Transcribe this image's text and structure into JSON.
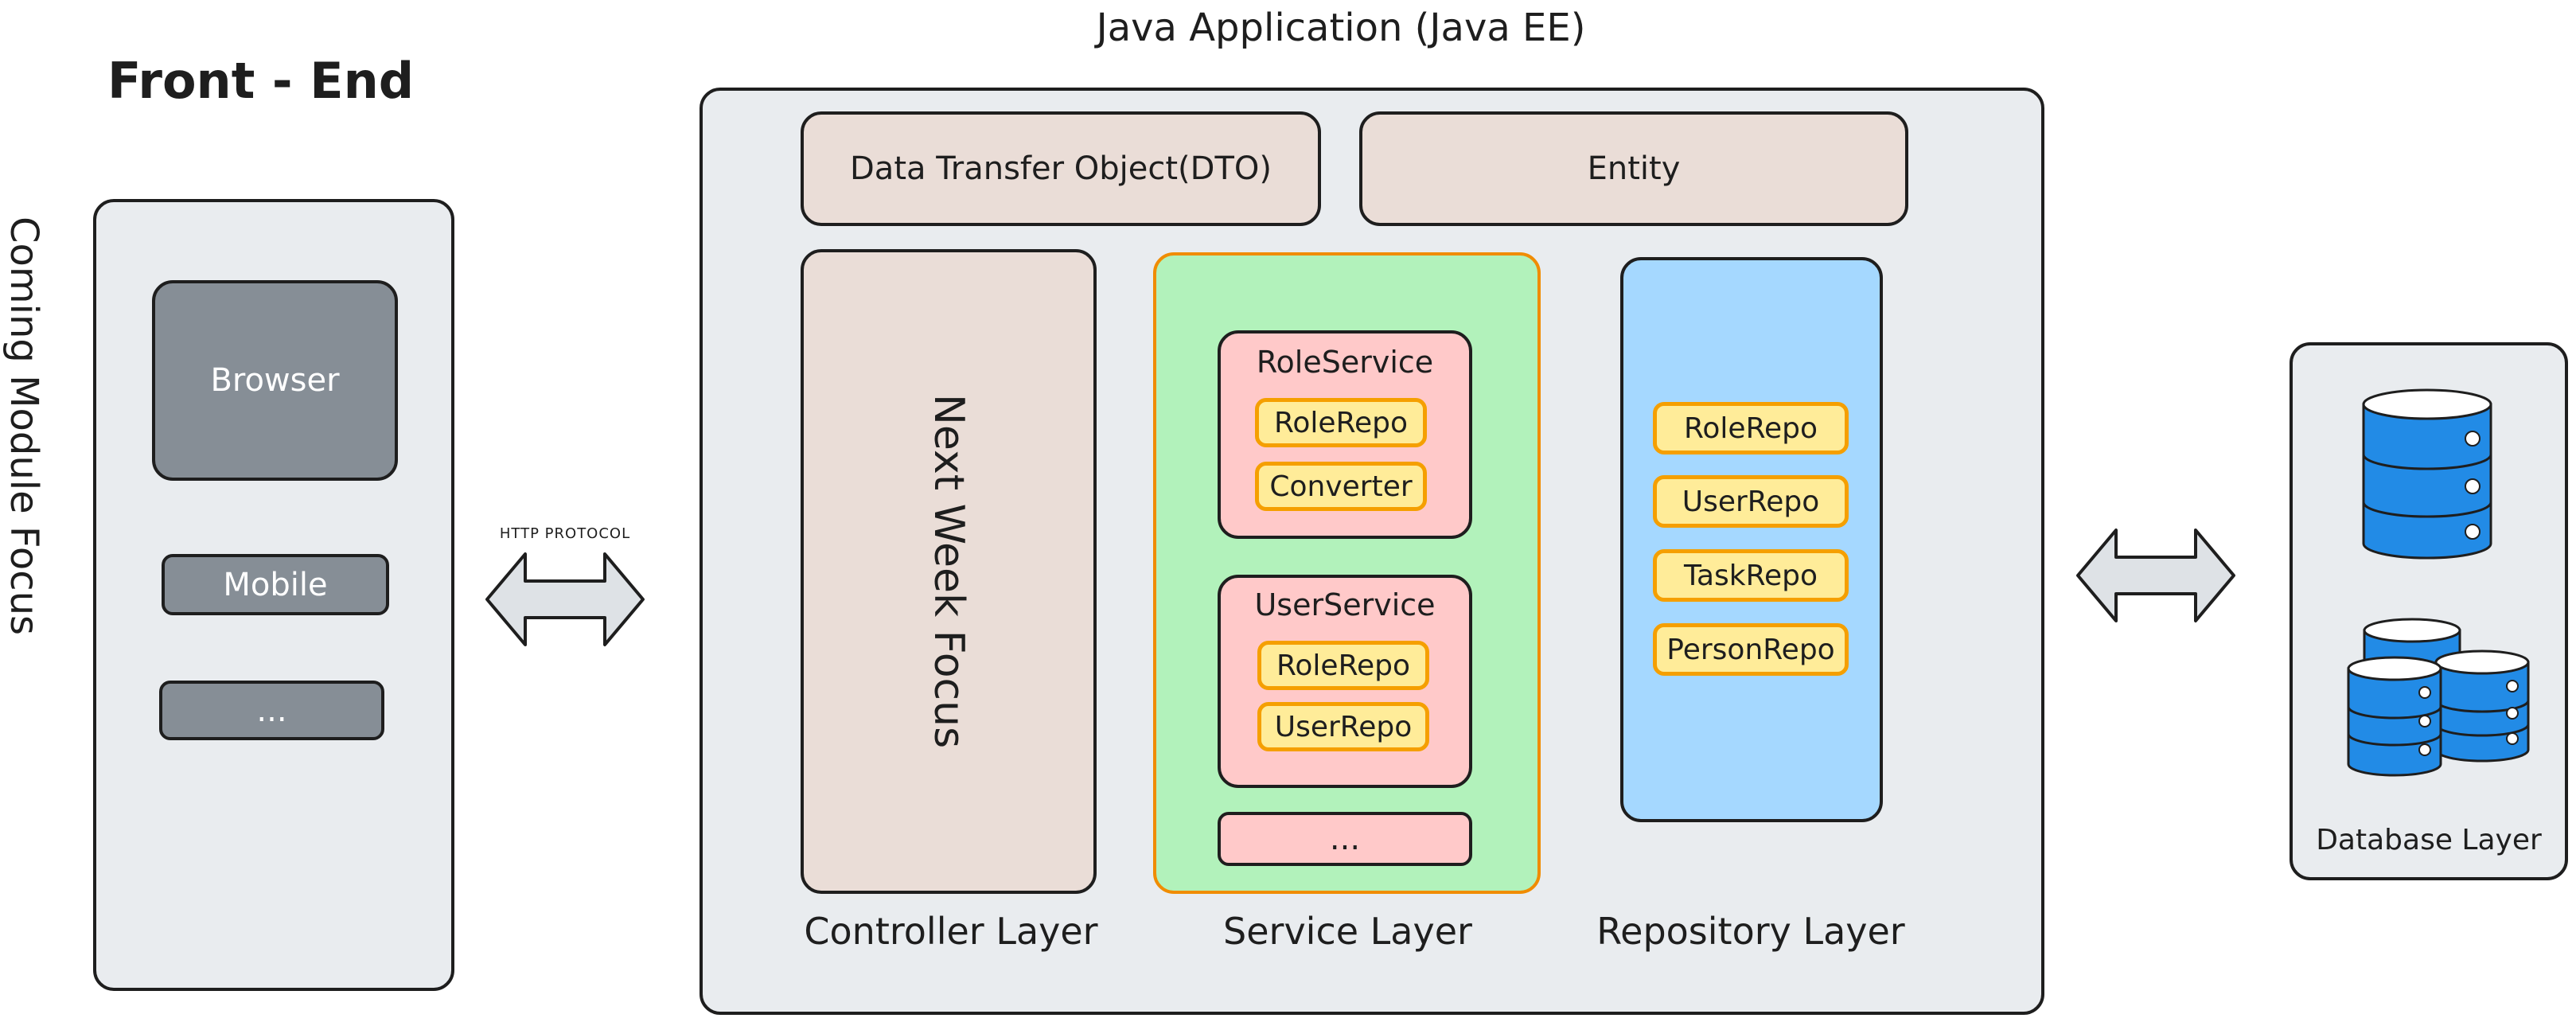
{
  "colors": {
    "panel": "#e9ecef",
    "tan": "#eaddd7",
    "service_green": "#b2f2bb",
    "service_border": "#f08c00",
    "pink": "#ffc9c9",
    "repo_blue": "#a5d8ff",
    "pill_yellow": "#ffec99",
    "pill_border": "#f59f00",
    "device_gray": "#868e96",
    "db_blue": "#228be6"
  },
  "front_end": {
    "title": "Front - End",
    "side_label": "Coming Module Focus",
    "devices": [
      "Browser",
      "Mobile",
      "..."
    ]
  },
  "protocol_label": "HTTP PROTOCOL",
  "java_app": {
    "title": "Java Application (Java EE)",
    "dto_label": "Data Transfer Object(DTO)",
    "entity_label": "Entity",
    "controller": {
      "inner_text": "Next Week Focus",
      "layer_label": "Controller Layer"
    },
    "service": {
      "layer_label": "Service Layer",
      "role_service": {
        "name": "RoleService",
        "deps": [
          "RoleRepo",
          "Converter"
        ]
      },
      "user_service": {
        "name": "UserService",
        "deps": [
          "RoleRepo",
          "UserRepo"
        ]
      },
      "more": "..."
    },
    "repository": {
      "layer_label": "Repository Layer",
      "repos": [
        "RoleRepo",
        "UserRepo",
        "TaskRepo",
        "PersonRepo"
      ]
    }
  },
  "database": {
    "layer_label": "Database Layer",
    "icons": [
      "database-icon",
      "database-cluster-icon"
    ]
  },
  "icons": [
    "double-arrow-icon",
    "database-icon"
  ]
}
